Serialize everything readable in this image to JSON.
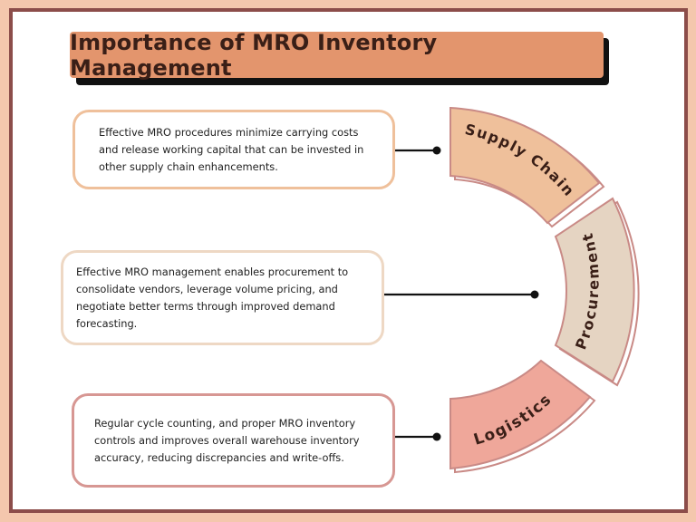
{
  "title": "Importance of MRO Inventory Management",
  "items": [
    {
      "label": "Supply Chain",
      "description": "Effective MRO procedures minimize carrying costs and release working capital that can be invested in other supply chain enhancements.",
      "color": "#efc09b"
    },
    {
      "label": "Procurement",
      "description": "Effective MRO management enables procurement to consolidate vendors, leverage volume pricing, and negotiate better terms through improved demand forecasting.",
      "color": "#e5d4c2"
    },
    {
      "label": "Logistics",
      "description": "Regular cycle counting, and proper MRO inventory controls and improves overall warehouse inventory accuracy, reducing discrepancies and write-offs.",
      "color": "#efa79a"
    }
  ],
  "colors": {
    "background": "#f4c7ad",
    "frame": "#8c4d4a",
    "title_fill": "#e3956d",
    "segment_outline": "#c98a86"
  }
}
